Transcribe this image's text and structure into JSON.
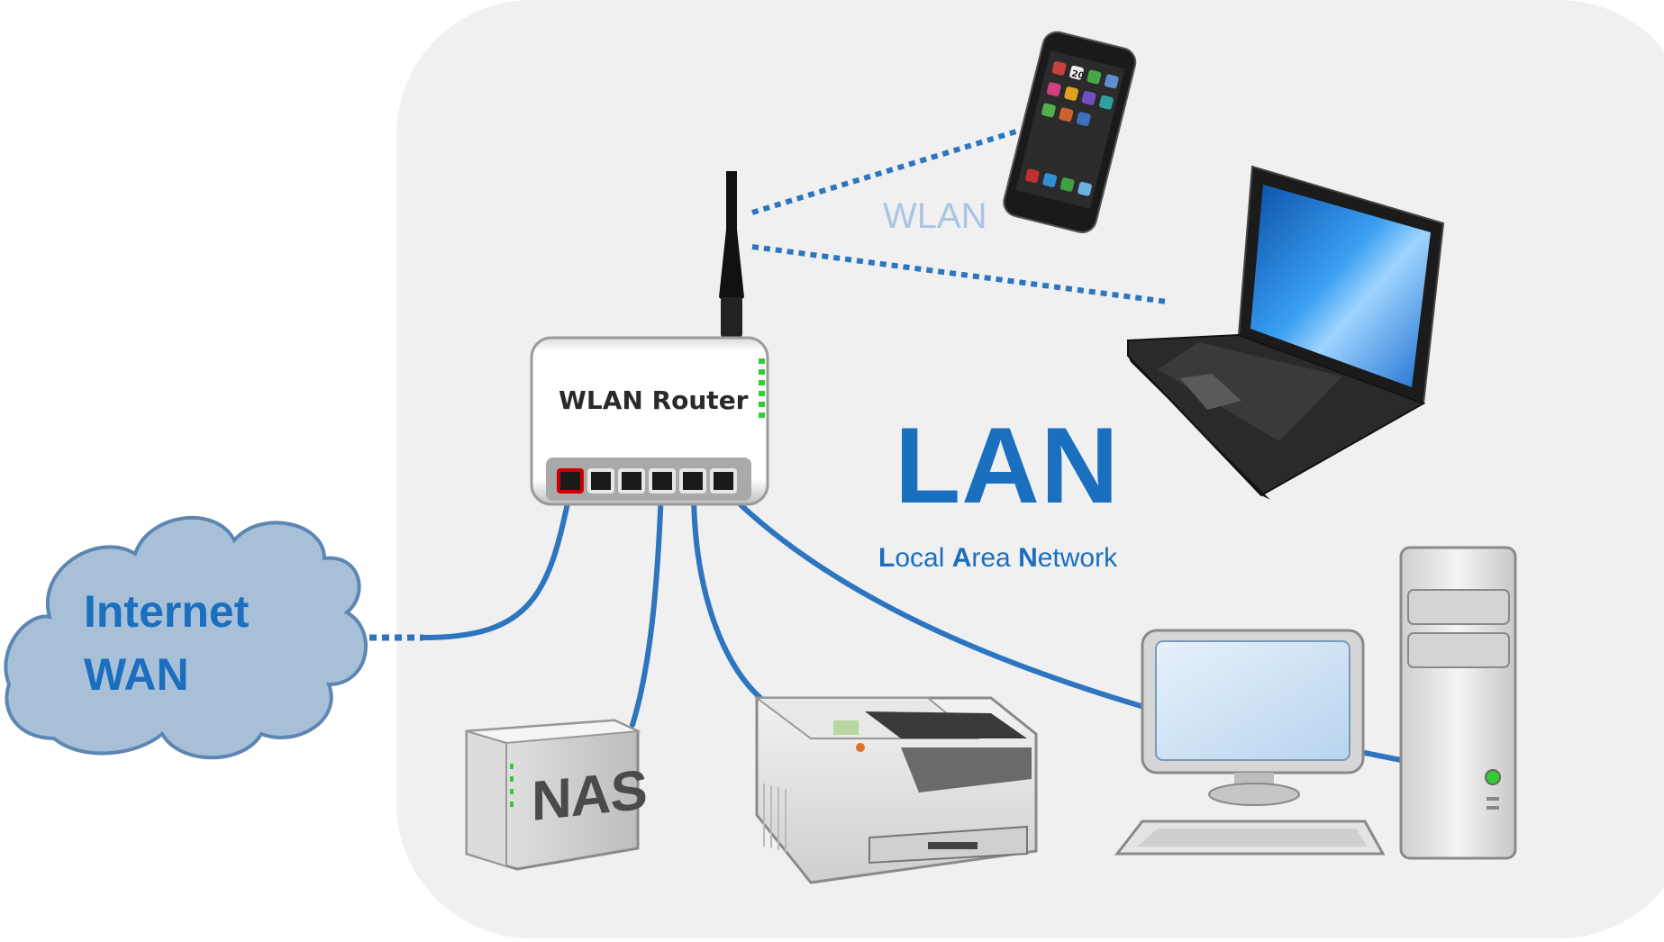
{
  "diagram": {
    "router_label": "WLAN Router",
    "wlan_label": "WLAN",
    "lan": {
      "title": "LAN",
      "subtitle_parts": [
        "L",
        "ocal ",
        "A",
        "rea ",
        "N",
        "etwork"
      ]
    },
    "wan": {
      "line1": "Internet",
      "line2": "WAN"
    },
    "nas_label": "NAS",
    "phone_calendar_day": "20"
  },
  "colors": {
    "background_panel": "#f0f0f1",
    "cable": "#2e75bf",
    "title_blue": "#1a6fbf",
    "wlan_text": "#a9c4e4",
    "cloud": "#a7c0d8",
    "cloud_outline": "#5d86b3",
    "led_green": "#33cc33",
    "wan_port_red": "#cc0000"
  },
  "icons": [
    "router-icon",
    "antenna-icon",
    "smartphone-icon",
    "laptop-icon",
    "desktop-pc-icon",
    "printer-icon",
    "nas-icon",
    "cloud-icon"
  ]
}
